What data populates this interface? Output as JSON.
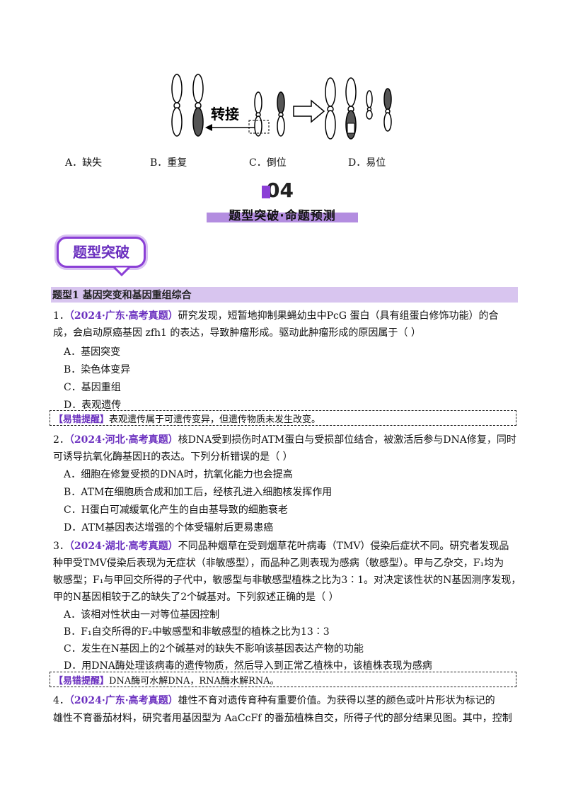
{
  "figure": {
    "arrow_label": "转接",
    "options": [
      "A．缺失",
      "B．重复",
      "C．倒位",
      "D．易位"
    ]
  },
  "banner": {
    "number": "04",
    "title": "题型突破·命题预测"
  },
  "tag": "题型突破",
  "section_title": "题型1  基因突变和基因重组综合",
  "questions": [
    {
      "num": "1．",
      "source": "（2024·广东·高考真题）",
      "lines": [
        "研究发现，短暂地抑制果蝇幼虫中PcG 蛋白（具有组蛋白修饰功能）的合",
        "成，会启动原癌基因 zfh1 的表达，导致肿瘤形成。驱动此肿瘤形成的原因属于（        ）"
      ],
      "options": [
        "A．基因突变",
        "B．染色体变异",
        "C．基因重组",
        "D．表观遗传"
      ],
      "tip_label": "【易错提醒】",
      "tip": "表观遗传属于可遗传变异，但遗传物质未发生改变。"
    },
    {
      "num": "2．",
      "source": "（2024·河北·高考真题）",
      "lines": [
        "核DNA受到损伤时ATM蛋白与受损部位结合，被激活后参与DNA修复，同时",
        "可诱导抗氧化酶基因H的表达。下列分析错误的是（        ）"
      ],
      "options": [
        "A．细胞在修复受损的DNA时，抗氧化能力也会提高",
        "B．ATM在细胞质合成和加工后，经核孔进入细胞核发挥作用",
        "C．H蛋白可减缓氧化产生的自由基导致的细胞衰老",
        "D．ATM基因表达增强的个体受辐射后更易患癌"
      ]
    },
    {
      "num": "3．",
      "source": "（2024·湖北·高考真题）",
      "lines": [
        "不同品种烟草在受到烟草花叶病毒（TMV）侵染后症状不同。研究者发现品",
        "种甲受TMV侵染后表现为无症状（非敏感型），而品种乙则表现为感病（敏感型）。甲与乙杂交，F₁均为",
        "敏感型；F₁与甲回交所得的子代中，敏感型与非敏感型植株之比为3∶1。对决定该性状的N基因测序发现，",
        "甲的N基因相较于乙的缺失了2个碱基对。下列叙述正确的是（        ）"
      ],
      "options": [
        "A．该相对性状由一对等位基因控制",
        "B．F₁自交所得的F₂中敏感型和非敏感型的植株之比为13∶3",
        "C．发生在N基因上的2个碱基对的缺失不影响该基因表达产物的功能",
        "D．用DNA酶处理该病毒的遗传物质，然后导入到正常乙植株中，该植株表现为感病"
      ],
      "tip_label": "【易错提醒】",
      "tip": "DNA酶可水解DNA，RNA酶水解RNA。"
    },
    {
      "num": "4．",
      "source": "（2024·广东·高考真题）",
      "lines": [
        "雄性不育对遗传育种有重要价值。为获得以茎的颜色或叶片形状为标记的",
        "雄性不育番茄材料，研究者用基因型为 AaCcFf 的番茄植株自交，所得子代的部分结果见图。其中，控制"
      ]
    }
  ]
}
